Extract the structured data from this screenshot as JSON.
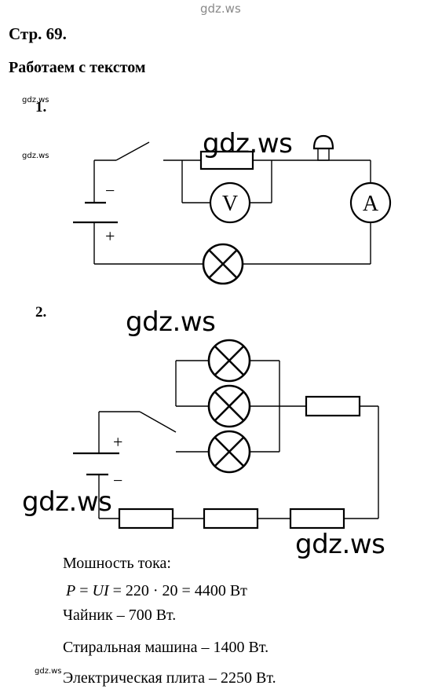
{
  "watermarks": {
    "top": "gdz.ws",
    "small_1": "gdz.ws",
    "small_2": "gdz.ws",
    "small_3": "gdz.ws",
    "big_1": "gdz.ws",
    "big_2": "gdz.ws",
    "big_3": "gdz.ws",
    "big_4": "gdz.ws"
  },
  "page_heading": "Стр. 69.",
  "section_heading": "Работаем с текстом",
  "task_1": {
    "number": "1.",
    "voltmeter_label": "V",
    "ammeter_label": "A",
    "minus_sign": "−",
    "plus_sign": "+"
  },
  "task_2": {
    "number": "2.",
    "plus_sign": "+",
    "minus_sign": "−"
  },
  "answers": {
    "power_label": "Мошность тока:",
    "formula_p": "P",
    "formula_eq1": " = ",
    "formula_ui": "UI",
    "formula_rest": " = 220 · 20 = 4400 Вт",
    "kettle": "Чайник – 700 Вт.",
    "washer": "Стиральная машина – 1400 Вт.",
    "stove": "Электрическая плита – 2250 Вт."
  }
}
